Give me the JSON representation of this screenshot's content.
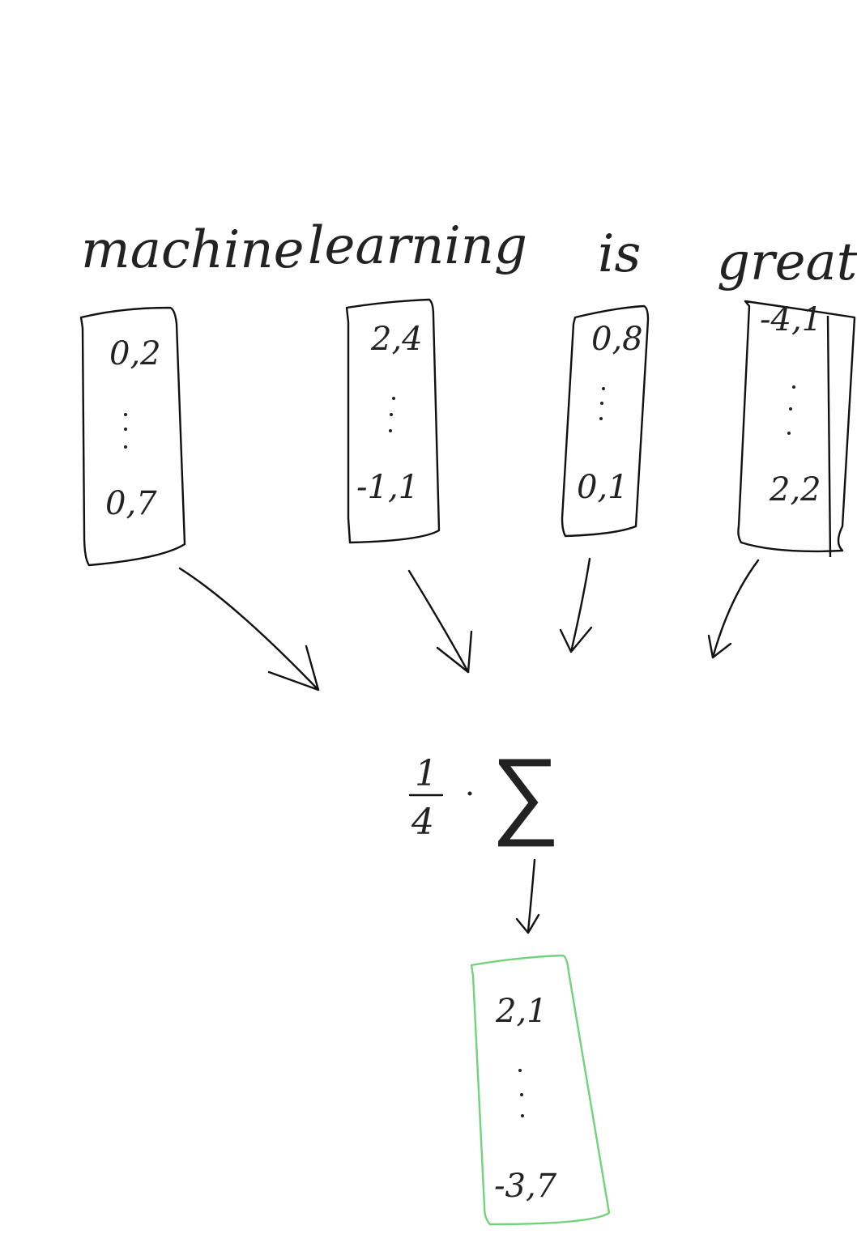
{
  "tokens": [
    {
      "word": "machine",
      "top_value": "0,2",
      "bottom_value": "0,7"
    },
    {
      "word": "learning",
      "top_value": "2,4",
      "bottom_value": "-1,1"
    },
    {
      "word": "is",
      "top_value": "0,8",
      "bottom_value": "0,1"
    },
    {
      "word": "great",
      "top_value": "-4,1",
      "bottom_value": "2,2"
    }
  ],
  "operation": {
    "numerator": "1",
    "denominator": "4",
    "sum_symbol": "∑"
  },
  "result": {
    "top_value": "2,1",
    "bottom_value": "-3,7",
    "color": "#6fd47a"
  },
  "colors": {
    "ink": "#111111",
    "result_box": "#6fd47a"
  }
}
